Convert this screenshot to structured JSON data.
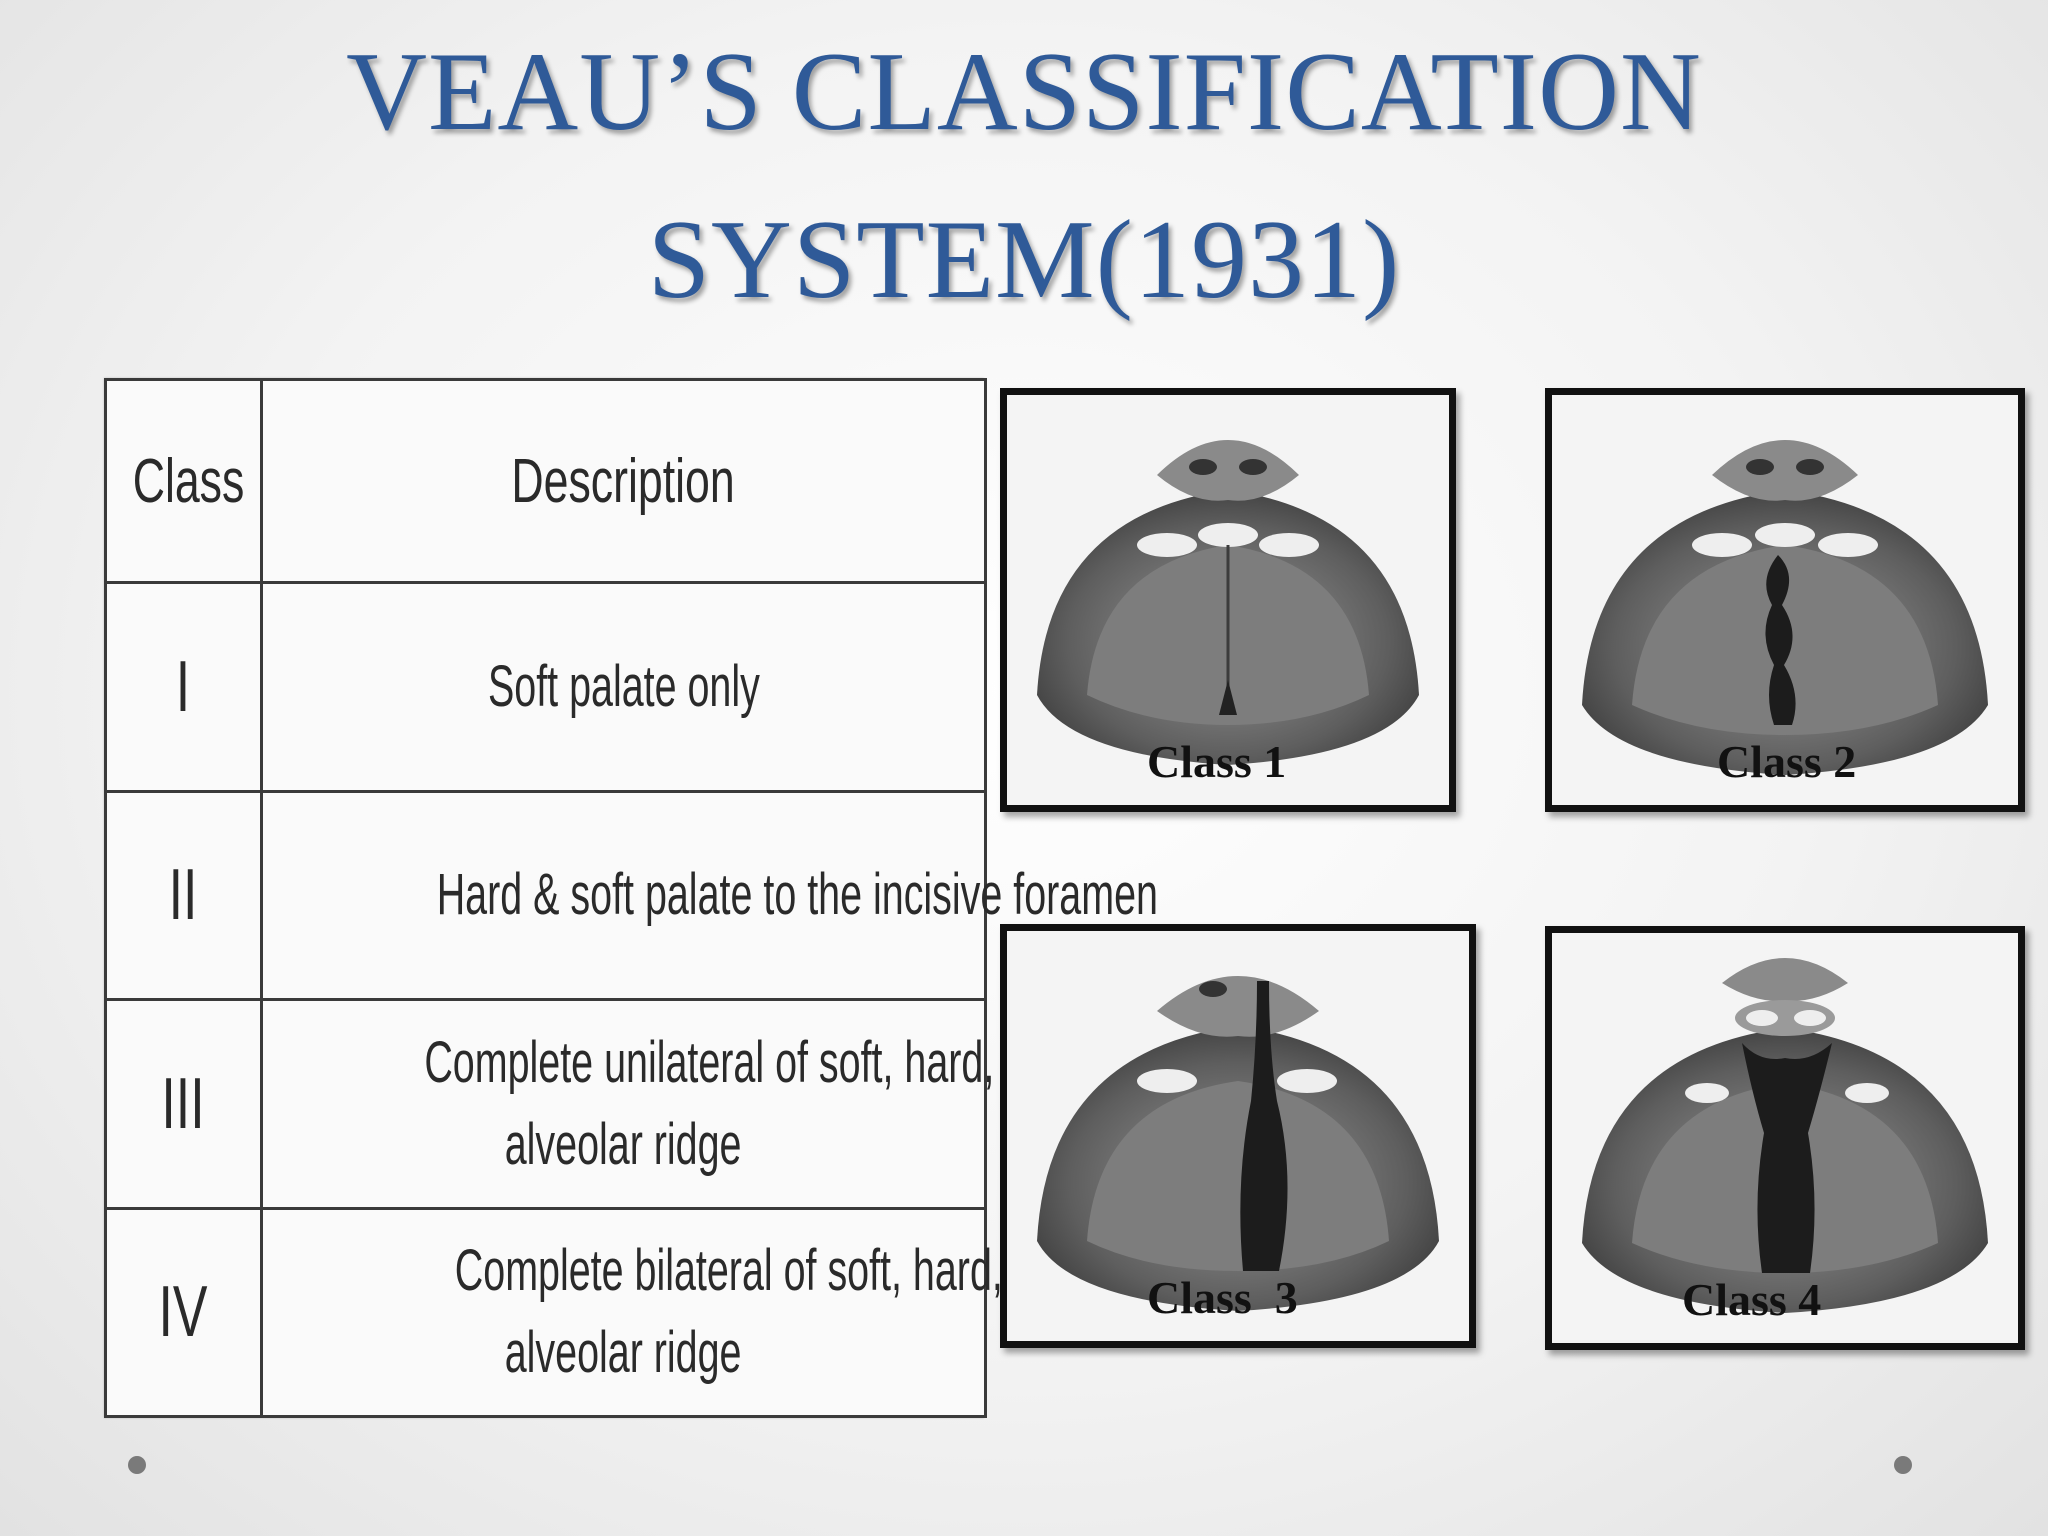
{
  "title": {
    "line1": "VEAU’S CLASSIFICATION",
    "line2": "SYSTEM(1931)"
  },
  "table": {
    "headers": [
      "Class",
      "Description"
    ],
    "rows": [
      {
        "cls": "I",
        "desc": [
          "Soft palate only"
        ]
      },
      {
        "cls": "II",
        "desc": [
          "Hard & soft palate to the incisive foramen"
        ]
      },
      {
        "cls": "III",
        "desc": [
          "Complete unilateral of soft, hard, lip, &",
          "alveolar ridge"
        ]
      },
      {
        "cls": "IV",
        "desc": [
          "Complete bilateral of soft, hard, and/or lip and",
          "alveolar ridge"
        ]
      }
    ]
  },
  "figures": [
    {
      "label": "Class 1"
    },
    {
      "label": "Class 2"
    },
    {
      "label": "Class  3"
    },
    {
      "label": "Class 4"
    }
  ]
}
